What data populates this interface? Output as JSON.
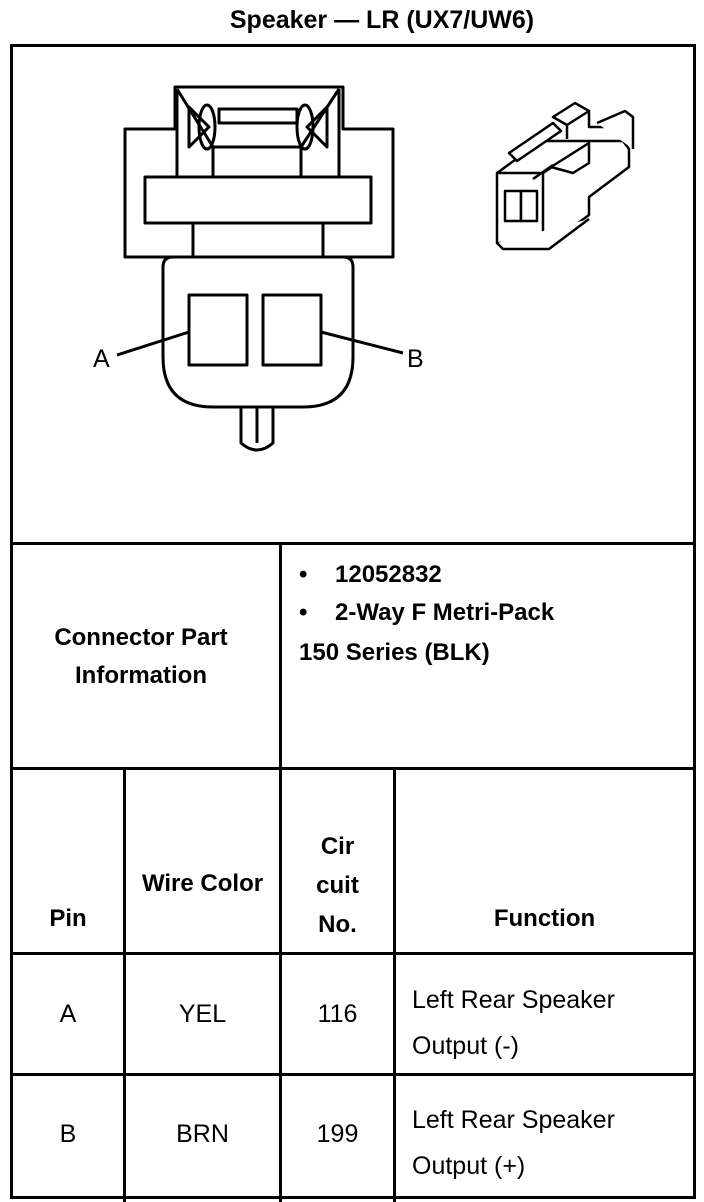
{
  "title": "Speaker — LR (UX7/UW6)",
  "drawing": {
    "pin_label_a": "A",
    "pin_label_b": "B"
  },
  "connector_info": {
    "label": "Connector Part Information",
    "bullets": [
      "12052832",
      "2-Way F Metri-Pack"
    ],
    "continuation": "150 Series (BLK)",
    "bullet_glyph": "•"
  },
  "table": {
    "headers": {
      "pin": "Pin",
      "wire_color": "Wire Color",
      "circuit_line1": "Cir",
      "circuit_line2": "cuit",
      "circuit_line3": "No.",
      "function": "Function"
    },
    "rows": [
      {
        "pin": "A",
        "wire_color": "YEL",
        "circuit": "116",
        "function_line1": "Left Rear Speaker",
        "function_line2": "Output (-)"
      },
      {
        "pin": "B",
        "wire_color": "BRN",
        "circuit": "199",
        "function_line1": "Left Rear Speaker",
        "function_line2": "Output (+)"
      }
    ]
  }
}
